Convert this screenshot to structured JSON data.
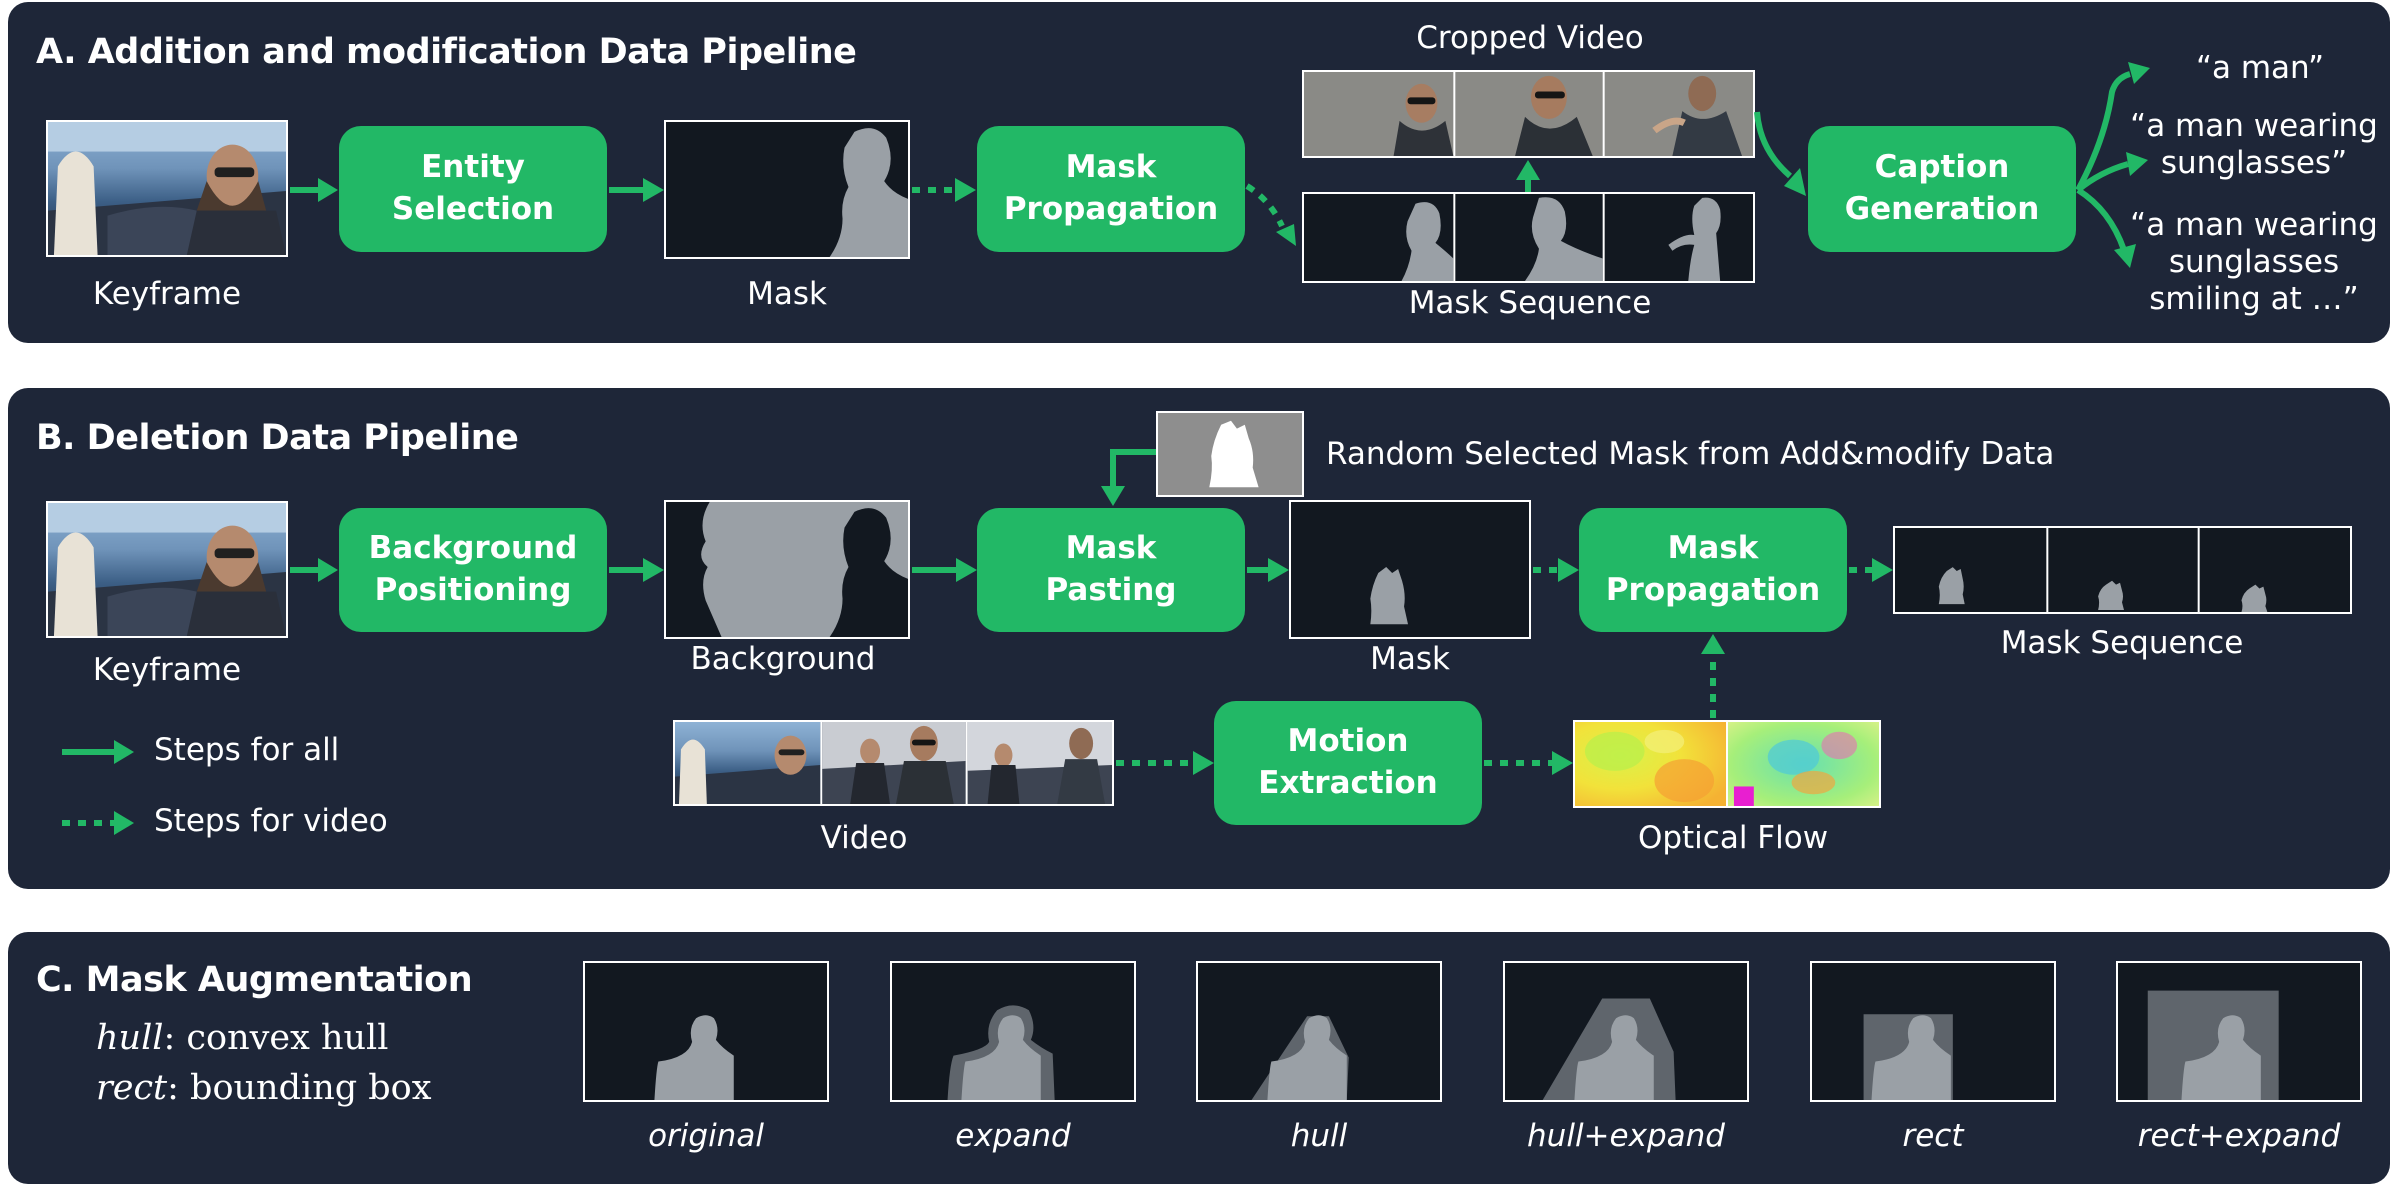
{
  "colors": {
    "panel_bg": "#1e2638",
    "box_green": "#22b866",
    "arrow_green": "#22b866",
    "mask_bg": "#121820",
    "mask_fg": "#9aa0a6"
  },
  "panel_a": {
    "title": "A. Addition and modification Data Pipeline",
    "keyframe_label": "Keyframe",
    "entity_selection_l1": "Entity",
    "entity_selection_l2": "Selection",
    "mask_label": "Mask",
    "mask_propagation_l1": "Mask",
    "mask_propagation_l2": "Propagation",
    "cropped_video_label": "Cropped Video",
    "mask_sequence_label": "Mask Sequence",
    "caption_generation_l1": "Caption",
    "caption_generation_l2": "Generation",
    "captions": [
      [
        "“a man”"
      ],
      [
        "“a man wearing",
        "sunglasses”"
      ],
      [
        "“a man wearing",
        "sunglasses",
        "smiling at …”"
      ]
    ]
  },
  "panel_b": {
    "title": "B. Deletion Data Pipeline",
    "keyframe_label": "Keyframe",
    "background_positioning_l1": "Background",
    "background_positioning_l2": "Positioning",
    "background_label": "Background",
    "random_mask_label": "Random Selected Mask from Add&modify Data",
    "mask_pasting_l1": "Mask",
    "mask_pasting_l2": "Pasting",
    "mask_label": "Mask",
    "mask_propagation_l1": "Mask",
    "mask_propagation_l2": "Propagation",
    "mask_sequence_label": "Mask Sequence",
    "motion_extraction_l1": "Motion",
    "motion_extraction_l2": "Extraction",
    "video_label": "Video",
    "optical_flow_label": "Optical Flow",
    "legend_solid": "Steps for all",
    "legend_dotted": "Steps for video"
  },
  "panel_c": {
    "title": "C. Mask Augmentation",
    "def_hull_term": "hull",
    "def_hull_text": ": convex hull",
    "def_rect_term": "rect",
    "def_rect_text": ": bounding box",
    "variants": [
      "original",
      "expand",
      "hull",
      "hull+expand",
      "rect",
      "rect+expand"
    ]
  }
}
